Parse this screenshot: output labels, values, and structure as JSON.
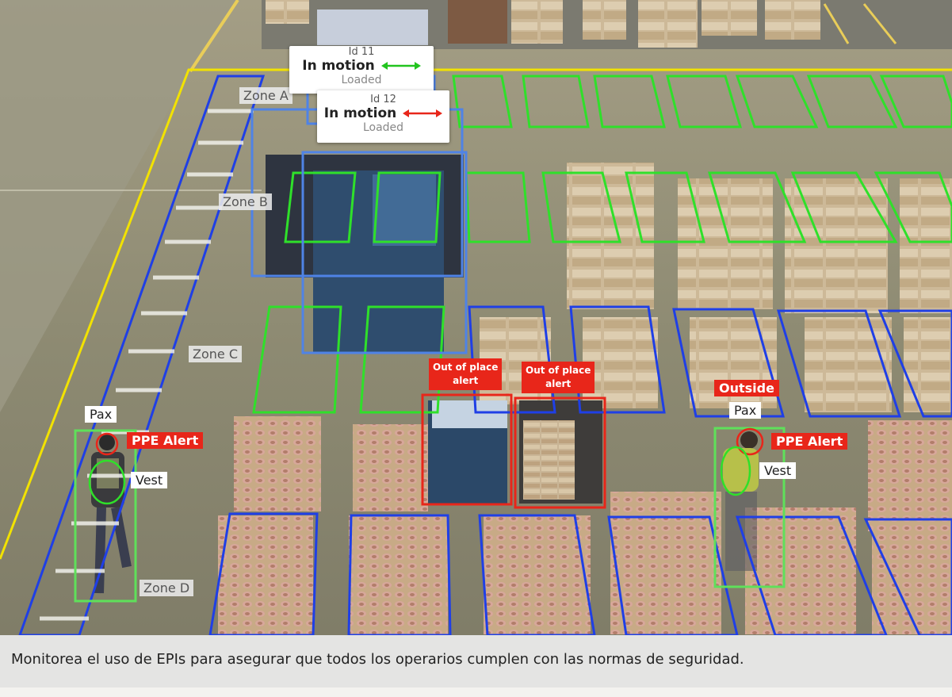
{
  "zones": {
    "zone_a": "Zone A",
    "zone_b": "Zone B",
    "zone_c": "Zone C",
    "zone_d": "Zone D"
  },
  "tracking": {
    "card_1": {
      "id": "Id 11",
      "state": "In motion",
      "sub": "Loaded",
      "arrow_color": "#22c41f"
    },
    "card_2": {
      "id": "Id 12",
      "state": "In motion",
      "sub": "Loaded",
      "arrow_color": "#e8261a"
    }
  },
  "alerts": {
    "out_of_place_1": [
      "Out of place",
      "alert"
    ],
    "out_of_place_2": [
      "Out of place",
      "alert"
    ],
    "outside": "Outside",
    "ppe_left": "PPE Alert",
    "ppe_right": "PPE Alert"
  },
  "people": {
    "pax_left": "Pax",
    "pax_right": "Pax",
    "vest_left": "Vest",
    "vest_right": "Vest"
  },
  "caption": "Monitorea el uso de EPIs para asegurar que todos los operarios cumplen con las normas de seguridad.",
  "colors": {
    "zone_boundary": "#f2e200",
    "ok_slot": "#2fe02a",
    "occupied_slot": "#1f3fe6",
    "tracked_vehicle": "#4f83e6",
    "alert": "#e8261a",
    "person_box": "#5fe05a"
  }
}
